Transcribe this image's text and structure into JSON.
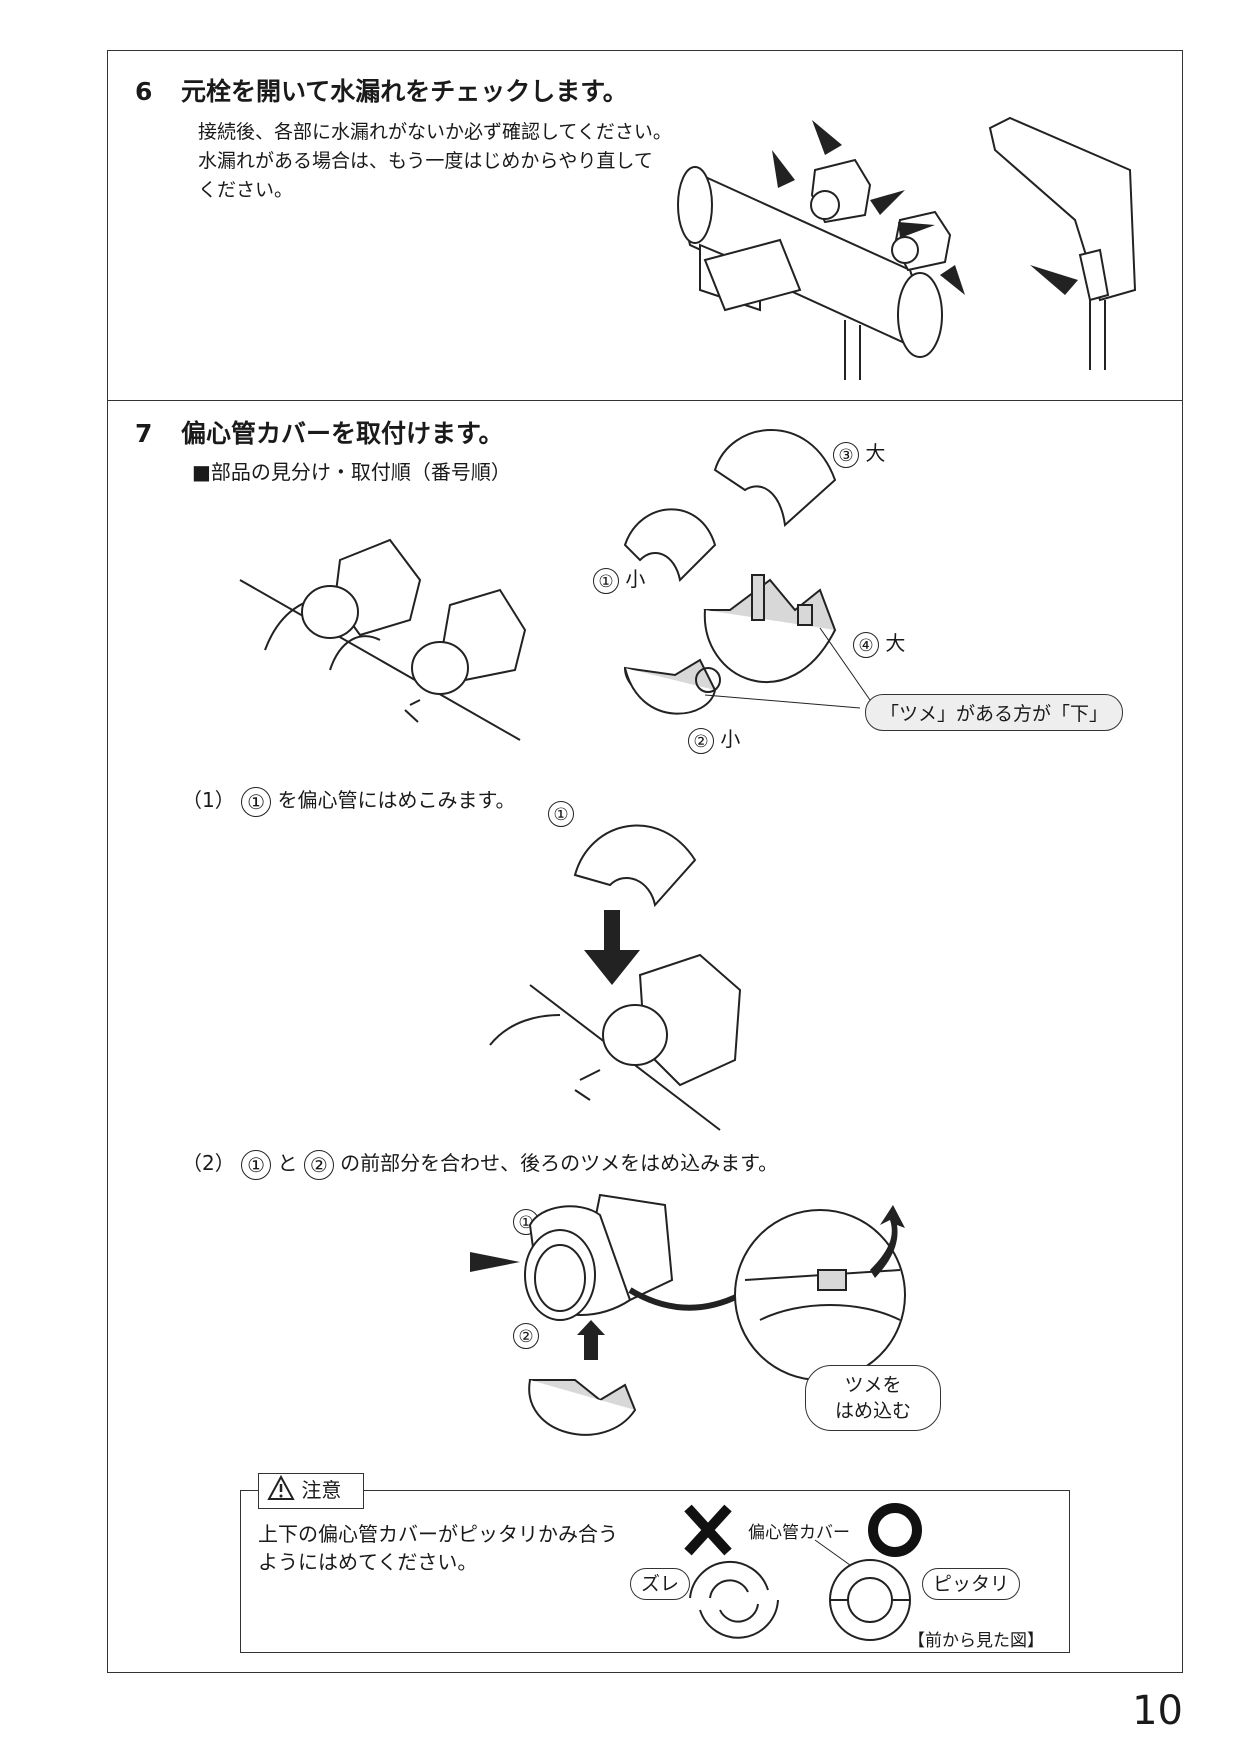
{
  "step6": {
    "number": "6",
    "title": "元栓を開いて水漏れをチェックします。",
    "body": [
      "接続後、各部に水漏れがないか必ず確認してください。",
      "水漏れがある場合は、もう一度はじめからやり直して",
      "ください。"
    ]
  },
  "step7": {
    "number": "7",
    "title": "偏心管カバーを取付けます。",
    "subheading": "■部品の見分け・取付順（番号順）",
    "parts": [
      {
        "num": "③",
        "size": "大"
      },
      {
        "num": "①",
        "size": "小"
      },
      {
        "num": "④",
        "size": "大"
      },
      {
        "num": "②",
        "size": "小"
      }
    ],
    "tab_callout": "「ツメ」がある方が「下」",
    "sub1": {
      "prefix": "（1）",
      "num": "①",
      "text": "を偏心管にはめこみます。",
      "fig_label": "①"
    },
    "sub2": {
      "prefix": "（2）",
      "num_a": "①",
      "mid": "と",
      "num_b": "②",
      "text": "の前部分を合わせ、後ろのツメをはめ込みます。",
      "fig_label_a": "①",
      "fig_label_b": "②",
      "callout": [
        "ツメを",
        "はめ込む"
      ]
    }
  },
  "caution": {
    "tag": "注意",
    "text": [
      "上下の偏心管カバーがピッタリかみ合う",
      "ようにはめてください。"
    ],
    "bad_label": "ズレ",
    "good_label": "ピッタリ",
    "part_label": "偏心管カバー",
    "view_label": "【前から見た図】"
  },
  "page_number": "10"
}
